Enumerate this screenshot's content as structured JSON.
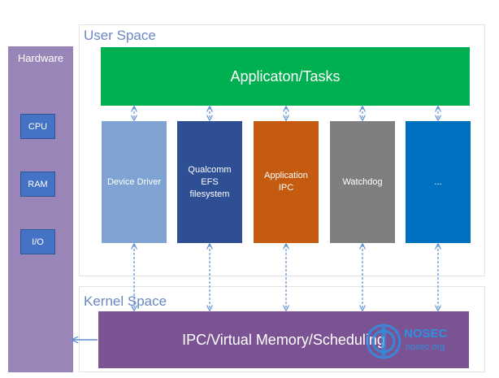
{
  "regions": {
    "user_space": "User Space",
    "kernel_space": "Kernel Space"
  },
  "hardware": {
    "title": "Hardware",
    "items": [
      "CPU",
      "RAM",
      "I/O"
    ]
  },
  "application": {
    "label": "Applicaton/Tasks"
  },
  "components": [
    {
      "label": "Device Driver",
      "color": "#7fa4d3"
    },
    {
      "label": "Qualcomm EFS filesystem",
      "color": "#2f4f94"
    },
    {
      "label": "Application IPC",
      "color": "#c55a11"
    },
    {
      "label": "Watchdog",
      "color": "#7f7f7f"
    },
    {
      "label": "...",
      "color": "#0070c0"
    }
  ],
  "kernel": {
    "label": "IPC/Virtual Memory/Scheduling"
  },
  "watermark": {
    "name": "NOSEC",
    "domain": "nosec.org",
    "color": "#2d8fe0"
  },
  "connector_color": "#5b8fd0"
}
